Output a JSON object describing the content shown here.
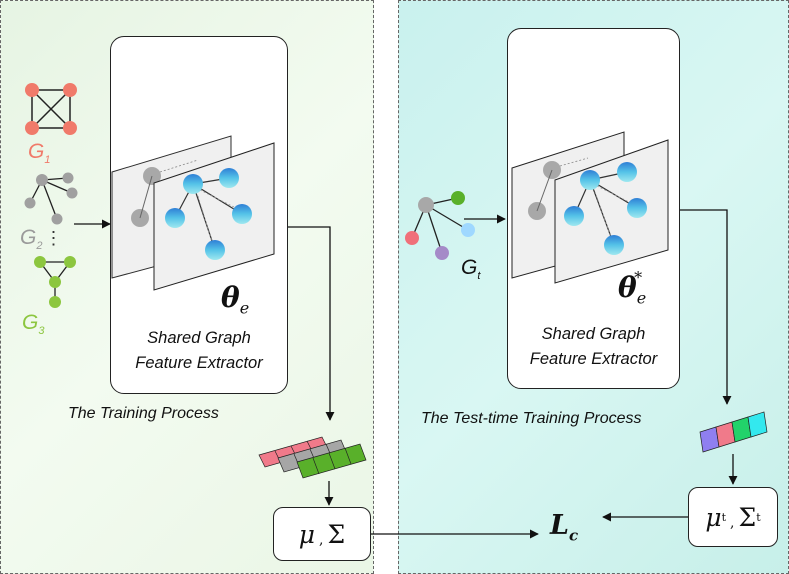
{
  "training": {
    "caption": "The Training Process",
    "extractor_line1": "Shared Graph",
    "extractor_line2": "Feature Extractor",
    "theta_base": "θ",
    "theta_sub": "e",
    "graphs": [
      {
        "letter": "G",
        "index": "1",
        "color": "#f07a6a"
      },
      {
        "letter": "G",
        "index": "2",
        "color": "#9a9a9a"
      },
      {
        "letter": "G",
        "index": "3",
        "color": "#8cc63f"
      }
    ],
    "ellipsis": "⋮",
    "stats": {
      "mu": "μ",
      "sep": ",",
      "sigma": "Σ"
    }
  },
  "test": {
    "caption": "The Test-time Training Process",
    "extractor_line1": "Shared Graph",
    "extractor_line2": "Feature Extractor",
    "theta_base": "θ",
    "theta_sub": "e",
    "theta_sup": "*",
    "graph": {
      "letter": "G",
      "index": "t"
    },
    "stats": {
      "mu": "μ",
      "mu_sub": "t",
      "sep": ",",
      "sigma": "Σ",
      "sigma_sub": "t"
    },
    "feature_colors": [
      "#8f7ff0",
      "#f07a8a",
      "#22d36a",
      "#33e8ee"
    ]
  },
  "loss": {
    "symbol": "L",
    "sub": "c"
  }
}
